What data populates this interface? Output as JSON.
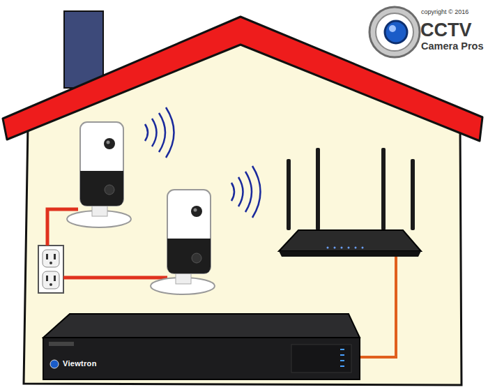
{
  "diagram": {
    "nodes": [
      {
        "text": [
          "Viewtron"
        ]
      }
    ],
    "labels": [
      "copyright © 2016",
      "CCTV",
      "Camera Pros"
    ]
  }
}
